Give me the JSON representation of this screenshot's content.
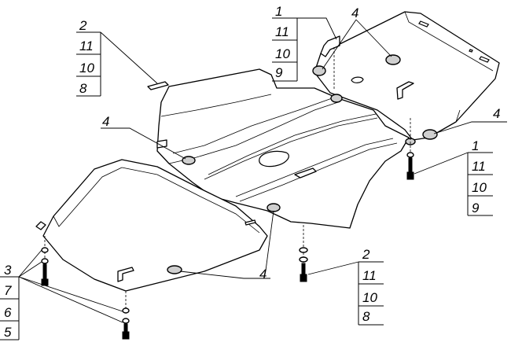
{
  "callouts": {
    "group_top_left": [
      "2",
      "11",
      "10",
      "8"
    ],
    "group_top_right": [
      "1",
      "11",
      "10",
      "9"
    ],
    "group_mid_right": [
      "1",
      "11",
      "10",
      "9"
    ],
    "group_bottom_right": [
      "2",
      "11",
      "10",
      "8"
    ],
    "group_bottom_left": [
      "3",
      "7",
      "6",
      "5"
    ],
    "single_top_right": "4",
    "single_right": "4",
    "single_left": "4",
    "single_bottom": "4"
  },
  "colors": {
    "line": "#000000",
    "background": "#ffffff",
    "pad_fill": "#cfcfcf"
  }
}
